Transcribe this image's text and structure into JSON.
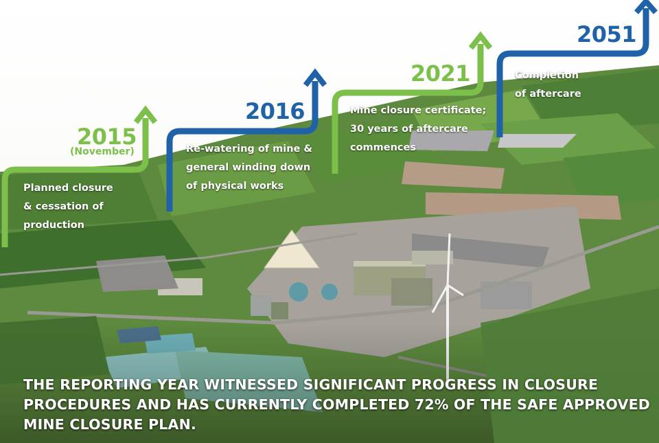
{
  "timeline": [
    {
      "year": "2015",
      "note": "(November)",
      "lines": [
        "Planned closure",
        "& cessation of",
        "production"
      ],
      "color": "#7cc04b"
    },
    {
      "year": "2016",
      "lines": [
        "Re-watering of mine &",
        "general winding down",
        "of physical works"
      ],
      "color": "#1f62a8"
    },
    {
      "year": "2021",
      "lines": [
        "Mine closure certificate;",
        "30 years of aftercare",
        "commences"
      ],
      "color": "#7cc04b"
    },
    {
      "year": "2051",
      "lines": [
        "Completion",
        "of aftercare"
      ],
      "color": "#1f62a8"
    }
  ],
  "banner": {
    "line1": "THE REPORTING YEAR WITNESSED SIGNIFICANT PROGRESS IN CLOSURE",
    "line2": "PROCEDURES AND HAS CURRENTLY COMPLETED 72% OF THE SAFE APPROVED",
    "line3": "MINE CLOSURE PLAN."
  }
}
